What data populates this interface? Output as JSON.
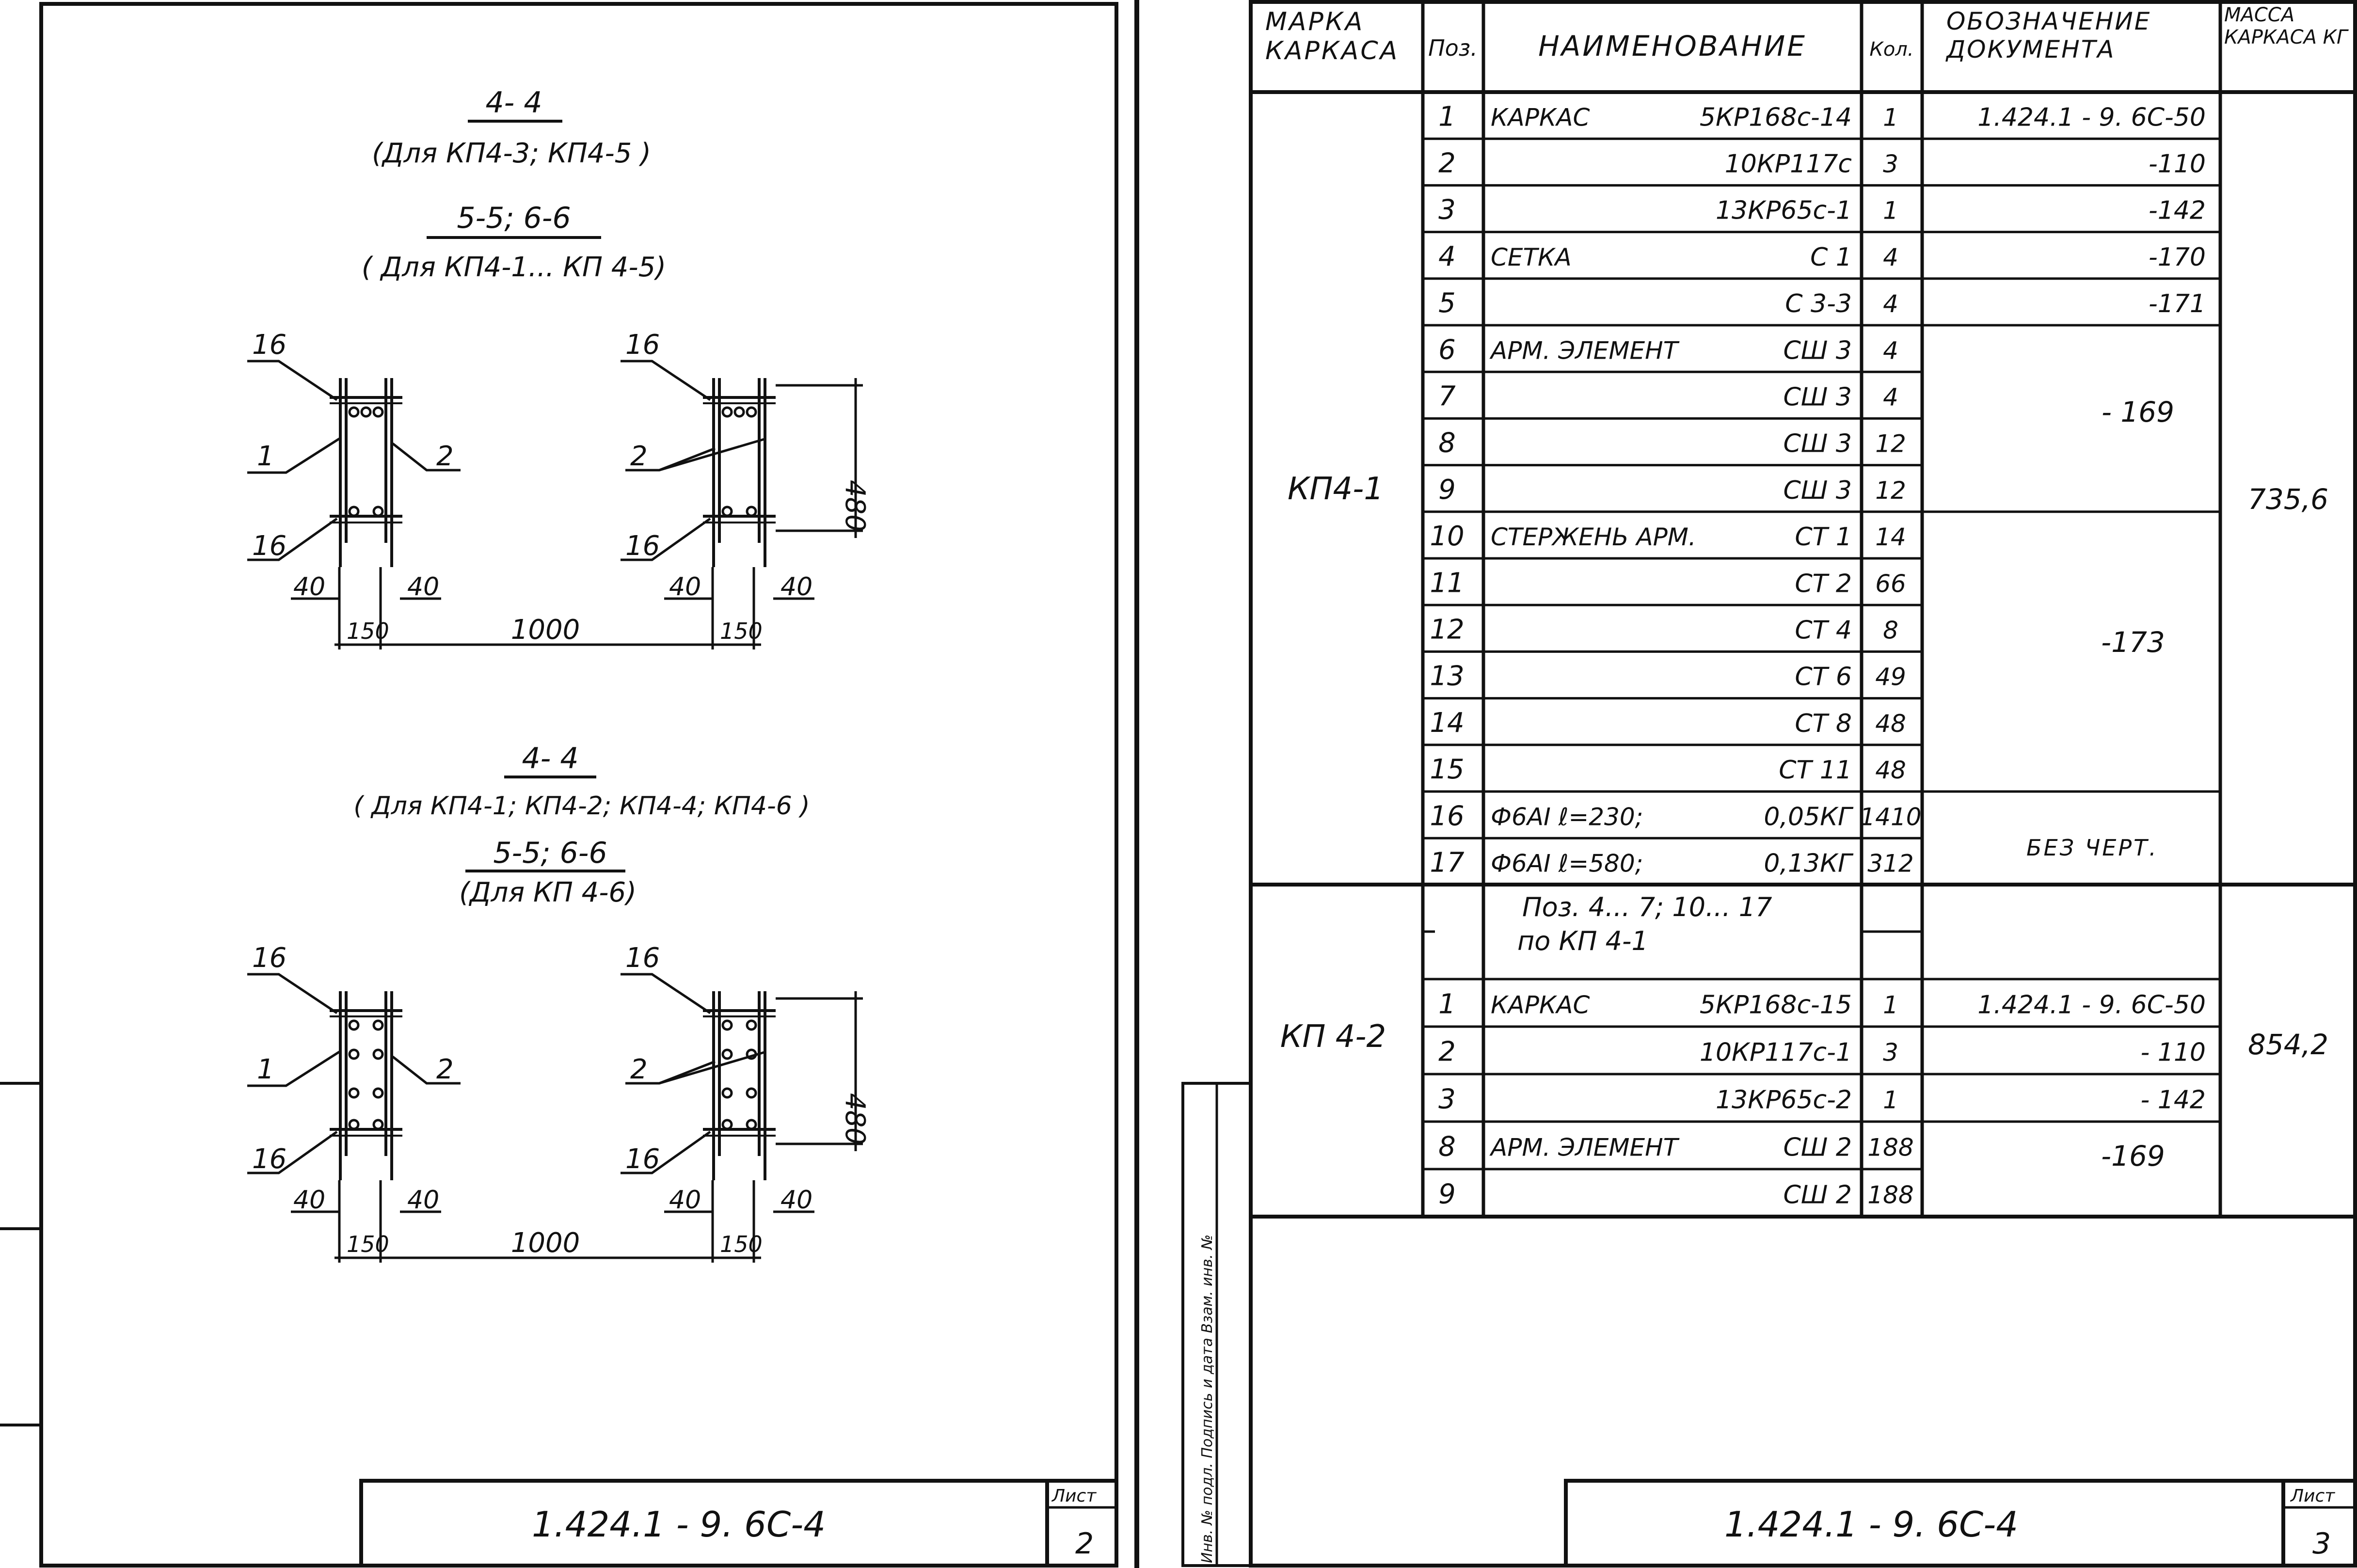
{
  "sheet2": {
    "group_a": {
      "section_a": "4- 4",
      "section_a_note": "(Для КП4-3; КП4-5 )",
      "section_b": "5-5; 6-6",
      "section_b_note": "( Для КП4-1... КП 4-5)"
    },
    "group_b": {
      "section_a": "4- 4",
      "section_a_note": "( Для КП4-1; КП4-2; КП4-4; КП4-6 )",
      "section_b": "5-5; 6-6",
      "section_b_note": "(Для КП 4-6)"
    },
    "callouts": {
      "pos16": "16",
      "pos1": "1",
      "pos2": "2",
      "dim40": "40",
      "dim150": "150",
      "dim1000": "1000",
      "dim480": "480"
    },
    "doc_code": "1.424.1 - 9. 6С-4",
    "sheet_label": "Лист",
    "sheet_number": "2"
  },
  "sheet3": {
    "headers": {
      "mark": "МАРКА КАРКАСА",
      "pos": "Поз.",
      "name": "НАИМЕНОВАНИЕ",
      "qty": "Кол.",
      "doc": "ОБОЗНАЧЕНИЕ ДОКУМЕНТА",
      "mass": "МАССА КАРКАСА КГ"
    },
    "group1": {
      "mark": "КП4-1",
      "mass": "735,6",
      "rows": [
        {
          "pos": "1",
          "type": "КАРКАС",
          "item": "5КР168с-14",
          "qty": "1",
          "doc": "1.424.1 - 9. 6С-50"
        },
        {
          "pos": "2",
          "type": "",
          "item": "10КР117с",
          "qty": "3",
          "doc": "-110"
        },
        {
          "pos": "3",
          "type": "",
          "item": "13КР65с-1",
          "qty": "1",
          "doc": "-142"
        },
        {
          "pos": "4",
          "type": "СЕТКА",
          "item": "С 1",
          "qty": "4",
          "doc": "-170"
        },
        {
          "pos": "5",
          "type": "",
          "item": "С 3-3",
          "qty": "4",
          "doc": "-171"
        },
        {
          "pos": "6",
          "type": "АРМ. ЭЛЕМЕНТ",
          "item": "СШ 3",
          "qty": "4",
          "doc": ""
        },
        {
          "pos": "7",
          "type": "",
          "item": "СШ 3",
          "qty": "4",
          "doc": ""
        },
        {
          "pos": "8",
          "type": "",
          "item": "СШ 3",
          "qty": "12",
          "doc": ""
        },
        {
          "pos": "9",
          "type": "",
          "item": "СШ 3",
          "qty": "12",
          "doc": ""
        },
        {
          "pos": "10",
          "type": "СТЕРЖЕНЬ АРМ.",
          "item": "СТ 1",
          "qty": "14",
          "doc": ""
        },
        {
          "pos": "11",
          "type": "",
          "item": "СТ 2",
          "qty": "66",
          "doc": ""
        },
        {
          "pos": "12",
          "type": "",
          "item": "СТ 4",
          "qty": "8",
          "doc": ""
        },
        {
          "pos": "13",
          "type": "",
          "item": "СТ 6",
          "qty": "49",
          "doc": ""
        },
        {
          "pos": "14",
          "type": "",
          "item": "СТ 8",
          "qty": "48",
          "doc": ""
        },
        {
          "pos": "15",
          "type": "",
          "item": "СТ 11",
          "qty": "48",
          "doc": ""
        },
        {
          "pos": "16",
          "type": "Ф6AI  ℓ=230;",
          "item": "0,05КГ",
          "qty": "1410",
          "doc": ""
        },
        {
          "pos": "17",
          "type": "Ф6AI  ℓ=580;",
          "item": "0,13КГ",
          "qty": "312",
          "doc": ""
        }
      ],
      "merged_169": "- 169",
      "merged_173": "-173",
      "merged_nodraw": "БЕЗ ЧЕРТ."
    },
    "group2": {
      "mark": "КП 4-2",
      "mass": "854,2",
      "note_line1": "Поз. 4... 7; 10... 17",
      "note_line2": "по  КП 4-1",
      "rows": [
        {
          "pos": "1",
          "type": "КАРКАС",
          "item": "5КР168с-15",
          "qty": "1",
          "doc": "1.424.1 - 9. 6С-50"
        },
        {
          "pos": "2",
          "type": "",
          "item": "10КР117с-1",
          "qty": "3",
          "doc": "- 110"
        },
        {
          "pos": "3",
          "type": "",
          "item": "13КР65с-2",
          "qty": "1",
          "doc": "- 142"
        },
        {
          "pos": "8",
          "type": "АРМ. ЭЛЕМЕНТ",
          "item": "СШ 2",
          "qty": "188",
          "doc": ""
        },
        {
          "pos": "9",
          "type": "",
          "item": "СШ 2",
          "qty": "188",
          "doc": ""
        }
      ],
      "merged_169": "-169"
    },
    "side_stamp": "Инв. № подл.  Подпись и дата  Взам. инв. №",
    "doc_code": "1.424.1 - 9. 6С-4",
    "sheet_label": "Лист",
    "sheet_number": "3"
  }
}
